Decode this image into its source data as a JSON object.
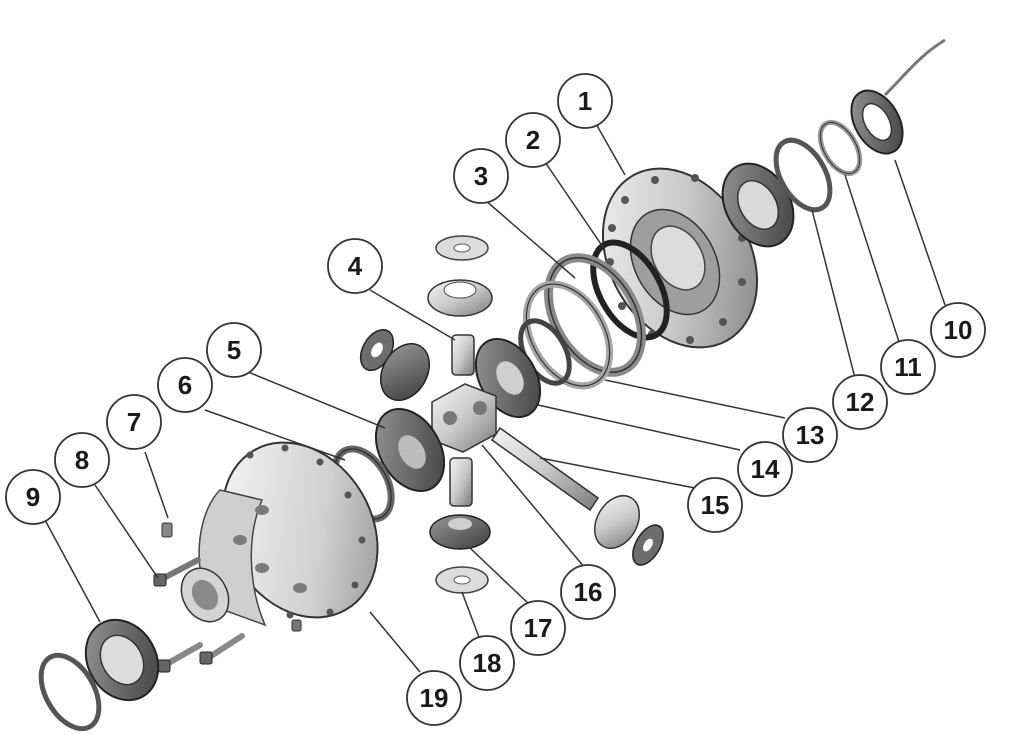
{
  "diagram": {
    "labels": [
      "1",
      "2",
      "3",
      "4",
      "5",
      "6",
      "7",
      "8",
      "9",
      "10",
      "11",
      "12",
      "13",
      "14",
      "15",
      "16",
      "17",
      "18",
      "19"
    ]
  },
  "colors": {
    "background": "#ffffff",
    "metal_light": "#e6e6e6",
    "metal_mid": "#b4b4b4",
    "metal_dark": "#5a5a5a",
    "outline": "#2b2b2b",
    "callout_stroke": "#333333"
  }
}
